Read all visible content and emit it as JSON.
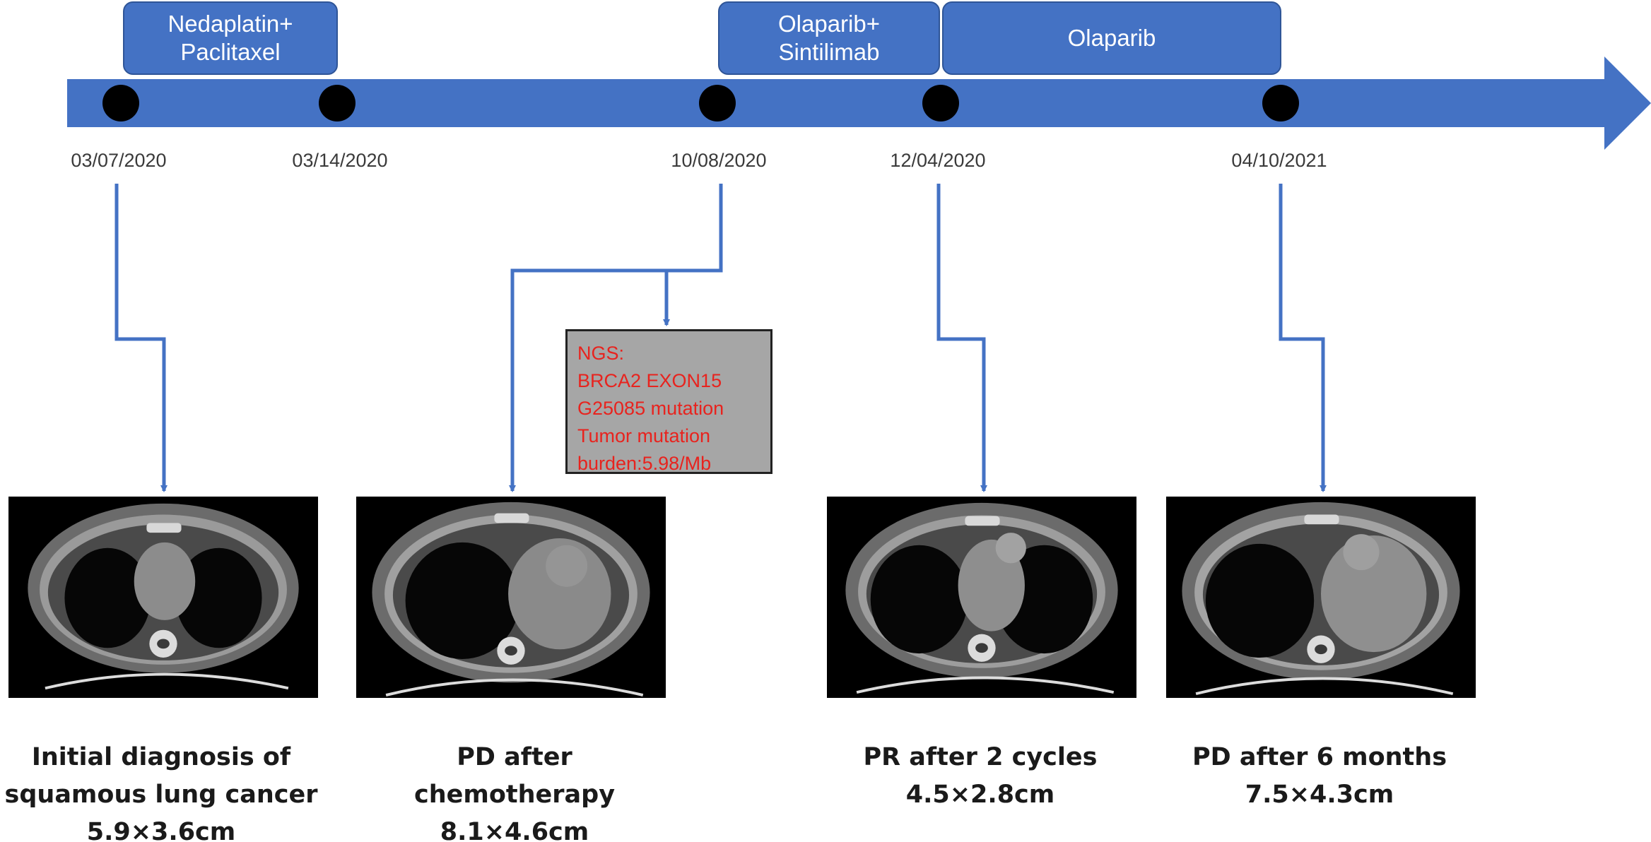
{
  "colors": {
    "accent": "#4472c4",
    "marker": "#000000",
    "ngs_box": "#a6a6a6",
    "ngs_text": "#e8231e"
  },
  "treatments": [
    {
      "label": "Nedaplatin+\nPaclitaxel"
    },
    {
      "label": "Olaparib+\nSintilimab"
    },
    {
      "label": "Olaparib"
    }
  ],
  "timeline": [
    {
      "date": "03/07/2020"
    },
    {
      "date": "03/14/2020"
    },
    {
      "date": "10/08/2020"
    },
    {
      "date": "12/04/2020"
    },
    {
      "date": "04/10/2021"
    }
  ],
  "ngs": {
    "lines": [
      "NGS:",
      "BRCA2  EXON15",
      "G25085 mutation",
      "Tumor mutation",
      "burden:5.98/Mb"
    ]
  },
  "scans": [
    {
      "caption": [
        "Initial diagnosis of",
        "squamous lung cancer",
        "5.9×3.6cm"
      ]
    },
    {
      "caption": [
        "PD after",
        "chemotherapy",
        "8.1×4.6cm"
      ]
    },
    {
      "caption": [
        "PR after 2 cycles",
        "4.5×2.8cm"
      ]
    },
    {
      "caption": [
        "PD after 6 months",
        "7.5×4.3cm"
      ]
    }
  ]
}
